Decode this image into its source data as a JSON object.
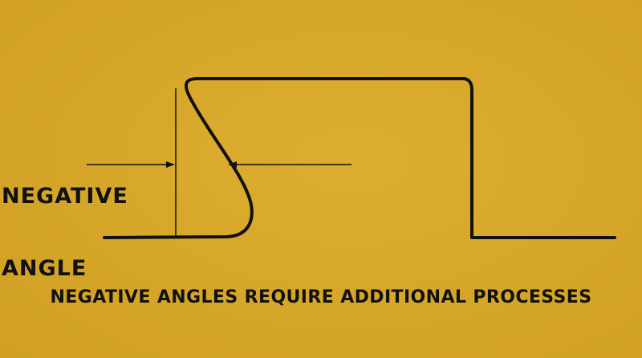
{
  "callout": {
    "line1": "NEGATIVE",
    "line2": "ANGLE"
  },
  "caption": "NEGATIVE ANGLES REQUIRE ADDITIONAL PROCESSES",
  "colors": {
    "background": "#d9a92a",
    "ink": "#111111"
  }
}
